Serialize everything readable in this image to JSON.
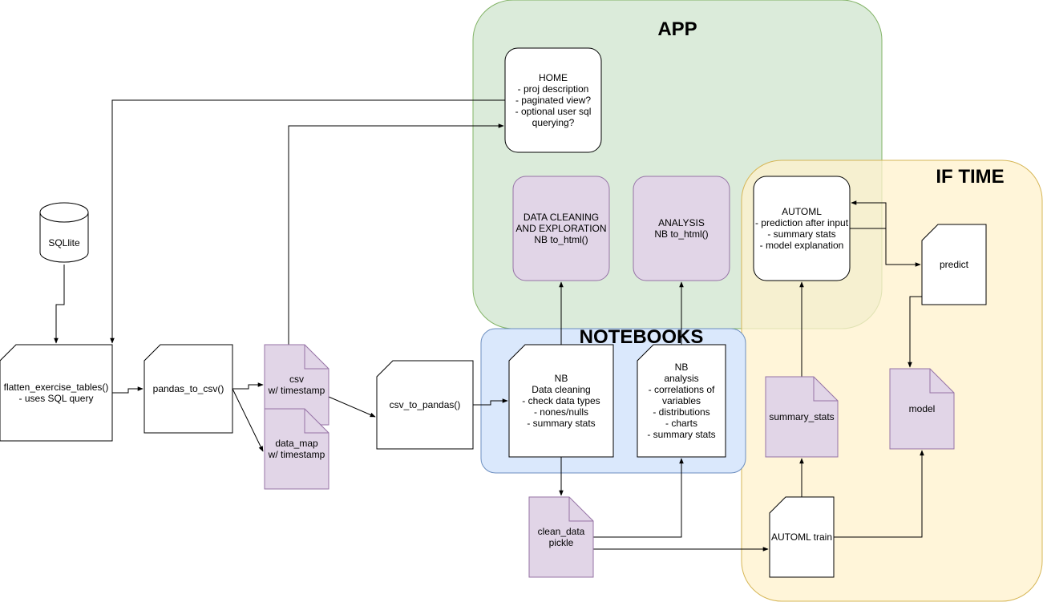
{
  "colors": {
    "app_fill": "#d5e8d4",
    "app_stroke": "#82b366",
    "if_time_fill": "#fff2cc",
    "if_time_stroke": "#d6b656",
    "notebooks_fill": "#dae8fc",
    "notebooks_stroke": "#6c8ebf",
    "purple_fill": "#e1d5e7",
    "purple_stroke": "#9673a6",
    "white_fill": "#ffffff",
    "line": "#000000"
  },
  "regions": {
    "app": "APP",
    "if_time": "IF TIME",
    "notebooks": "NOTEBOOKS"
  },
  "nodes": {
    "sqlite": [
      "SQLlite"
    ],
    "flatten": [
      "flatten_exercise_tables()",
      "- uses SQL query"
    ],
    "pandas_to_csv": [
      "pandas_to_csv()"
    ],
    "csv": [
      "csv",
      "w/ timestamp"
    ],
    "data_map": [
      "data_map",
      "w/ timestamp"
    ],
    "csv_to_pandas": [
      "csv_to_pandas()"
    ],
    "nb_cleaning": [
      "NB",
      "Data cleaning",
      "- check data types",
      "- nones/nulls",
      "- summary stats"
    ],
    "nb_analysis": [
      "NB",
      "analysis",
      "- correlations of",
      "variables",
      "- distributions",
      "- charts",
      "- summary stats"
    ],
    "clean_data": [
      "clean_data",
      "pickle"
    ],
    "home": [
      "HOME",
      "- proj description",
      "- paginated view?",
      "- optional user sql",
      "querying?"
    ],
    "data_cleaning_page": [
      "DATA CLEANING",
      "AND EXPLORATION",
      "NB to_html()"
    ],
    "analysis_page": [
      "ANALYSIS",
      "NB to_html()"
    ],
    "automl": [
      "AUTOML",
      "- prediction after input",
      "- summary stats",
      "- model explanation"
    ],
    "predict": [
      "predict"
    ],
    "summary_stats": [
      "summary_stats"
    ],
    "model": [
      "model"
    ],
    "automl_train": [
      "AUTOML train"
    ]
  }
}
